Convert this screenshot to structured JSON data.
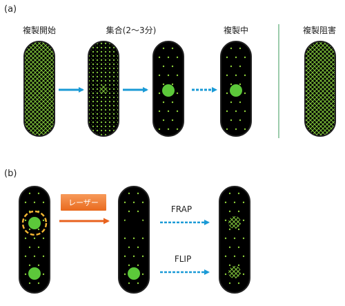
{
  "panel_a_label": "(a)",
  "panel_b_label": "(b)",
  "captions_a": [
    "複製開始",
    "集合(2〜3分)",
    "複製中",
    "複製阻害"
  ],
  "laser_label": "レーザー",
  "frap_label": "FRAP",
  "flip_label": "FLIP",
  "colors": {
    "cell": "#000000",
    "dot": "#8fd13a",
    "focus": "#5cc83a",
    "arrow": "#1a9ad6",
    "laser_arrow": "#e8621e",
    "separator": "#3a9a5a",
    "ring": "#f2b431"
  }
}
